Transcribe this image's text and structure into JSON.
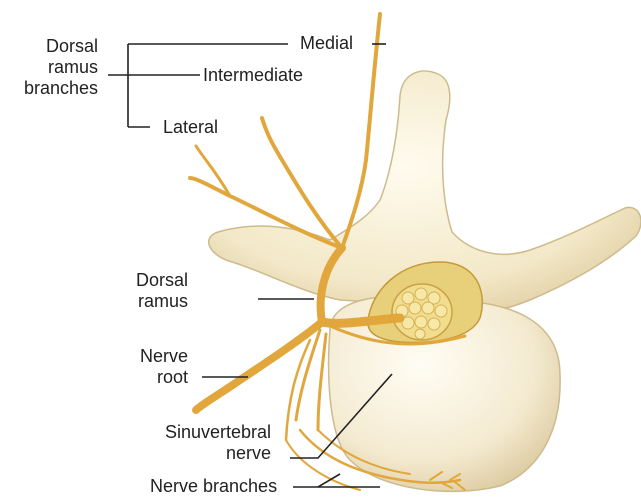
{
  "labels": {
    "dorsal_ramus_branches": [
      "Dorsal",
      "ramus",
      "branches"
    ],
    "medial": "Medial",
    "intermediate": "Intermediate",
    "lateral": "Lateral",
    "dorsal_ramus": [
      "Dorsal",
      "ramus"
    ],
    "nerve_root": [
      "Nerve",
      "root"
    ],
    "sinuvertebral_nerve": [
      "Sinuvertebral",
      "nerve"
    ],
    "nerve_branches": "Nerve branches"
  },
  "colors": {
    "bone": "#f6eed6",
    "bone_shadow": "#d9cba4",
    "nerve": "#e2a73c",
    "nerve_dark": "#b97d1e",
    "cord": "#efd37a",
    "leader_line": "#222222"
  }
}
